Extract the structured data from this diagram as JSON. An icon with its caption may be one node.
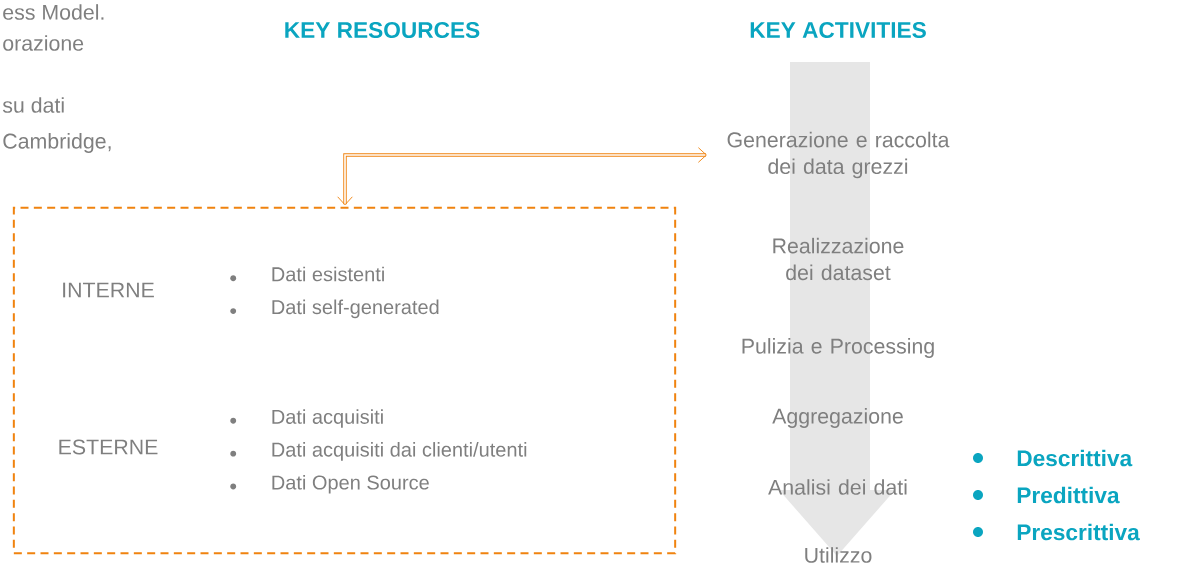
{
  "diagram": {
    "nodes": [
      {
        "text": [],
        "shape": "box"
      },
      {
        "text": [
          "INTERNE"
        ],
        "in": 0
      },
      {
        "text": [
          "Dati esistenti",
          "Dati self-generated"
        ],
        "in": 0
      },
      {
        "text": [
          "ESTERNE"
        ],
        "in": 0
      },
      {
        "text": [
          "Dati acquisiti",
          "Dati acquisiti dai clienti/utenti",
          "Dati Open Source"
        ],
        "in": 0
      },
      {
        "text": [
          "Generazione e raccolta dei data grezzi"
        ]
      },
      {
        "text": [
          "Realizzazione dei dataset"
        ]
      },
      {
        "text": [
          "Pulizia e Processing"
        ]
      },
      {
        "text": [
          "Aggregazione"
        ]
      },
      {
        "text": [
          "Analisi dei dati"
        ]
      },
      {
        "text": [
          "Utilizzo"
        ]
      }
    ],
    "edges": [
      {
        "from": 0,
        "to": 5,
        "arrow": "both",
        "color": "#f0830f"
      }
    ],
    "labels": [
      "ess Model.",
      "orazione",
      "su dati",
      "Cambridge,",
      "KEY RESOURCES",
      "KEY ACTIVITIES",
      "Descrittiva",
      "Predittiva",
      "Prescrittiva"
    ]
  }
}
